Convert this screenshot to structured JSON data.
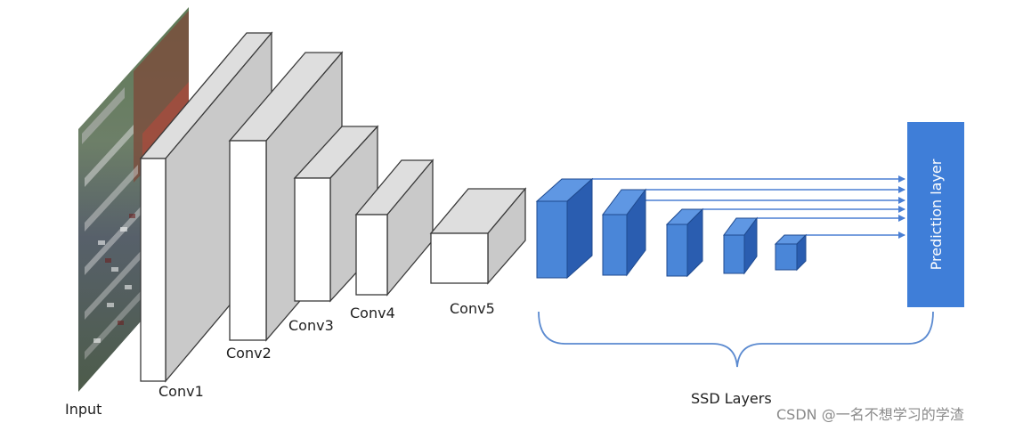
{
  "labels": {
    "input": "Input",
    "conv1": "Conv1",
    "conv2": "Conv2",
    "conv3": "Conv3",
    "conv4": "Conv4",
    "conv5": "Conv5",
    "ssd_layers": "SSD Layers",
    "prediction_layer": "Prediction layer"
  },
  "watermark": "CSDN @一名不想学习的学渣",
  "colors": {
    "conv_front": "#ffffff",
    "conv_side": "#c9c9c9",
    "conv_top": "#dedede",
    "conv_stroke": "#3a3a3a",
    "ssd_front": "#4a86d8",
    "ssd_side": "#2a5db0",
    "ssd_top": "#5f97e3",
    "prediction_fill": "#3f7ed8",
    "connector": "#4a7fd4",
    "bracket": "#5b8ad0"
  }
}
